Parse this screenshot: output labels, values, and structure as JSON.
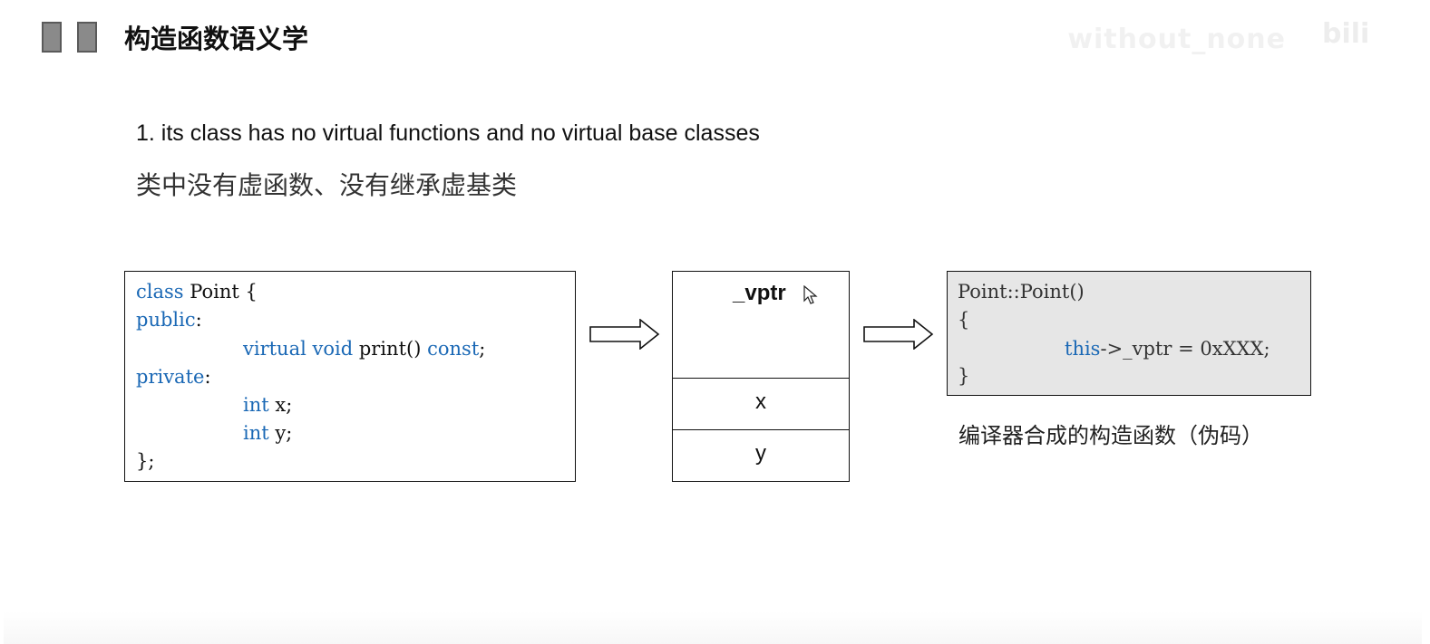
{
  "header": {
    "title": "构造函数语义学",
    "watermark_text": "without_none",
    "watermark_logo": "bili"
  },
  "points": {
    "english": "1. its class has no virtual functions and no virtual base classes",
    "chinese": "类中没有虚函数、没有继承虚基类"
  },
  "code": {
    "l1_kw": "class",
    "l1_tx": " Point {",
    "l2_kw": "public",
    "l2_tx": ":",
    "l3_kw1": "virtual",
    "l3_kw2": "void",
    "l3_tx": " print()",
    "l3_kw3": "const",
    "l3_end": ";",
    "l4_kw": "private",
    "l4_tx": ":",
    "l5_kw": "int",
    "l5_tx": " x;",
    "l6_kw": "int",
    "l6_tx": " y;",
    "l7_tx": "};"
  },
  "object_layout": {
    "vptr": "_vptr",
    "x": "x",
    "y": "y"
  },
  "constructor": {
    "l1": "Point::Point()",
    "l2": "{",
    "l3_kw": "this",
    "l3_tx": "->_vptr = 0xXXX;",
    "l4": "}",
    "caption": "编译器合成的构造函数（伪码）"
  },
  "icons": [
    "arrow-right-icon",
    "mouse-cursor-icon"
  ]
}
